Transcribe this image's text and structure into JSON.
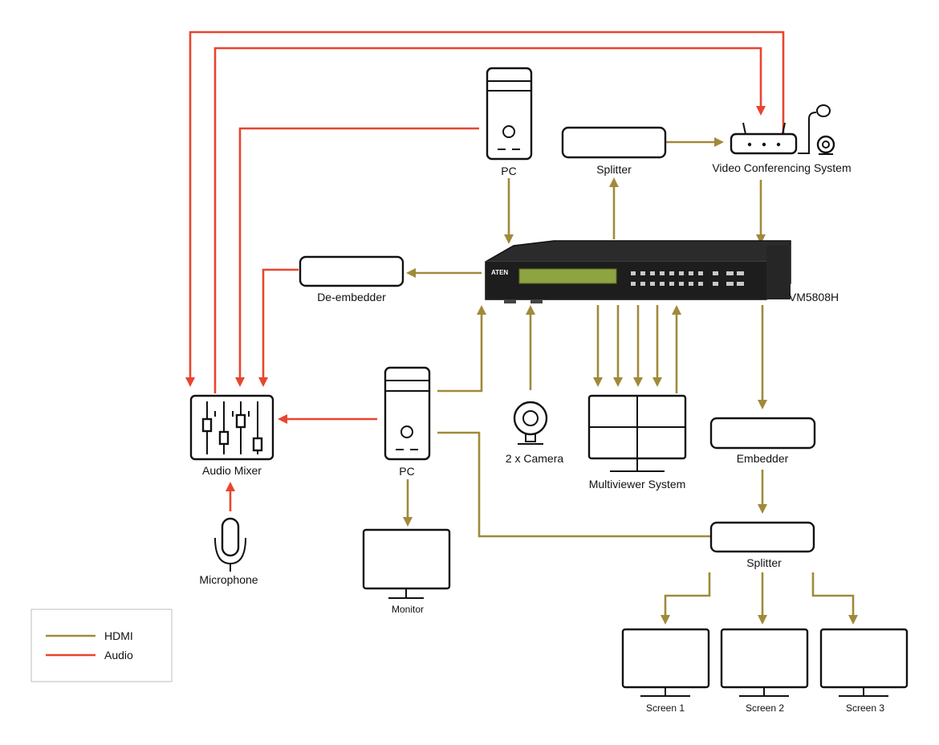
{
  "colors": {
    "hdmi": "#A08A3A",
    "audio": "#E8452E",
    "device": "#111111"
  },
  "devices": {
    "pc_top": "PC",
    "splitter_top": "Splitter",
    "vcs": "Video Conferencing System",
    "matrix": "VM5808H",
    "matrix_brand": "ATEN",
    "deembedder": "De-embedder",
    "audio_mixer": "Audio Mixer",
    "pc_mid": "PC",
    "camera": "2 x Camera",
    "multiviewer": "Multiviewer System",
    "embedder": "Embedder",
    "microphone": "Microphone",
    "monitor": "Monitor",
    "splitter_bottom": "Splitter",
    "screen1": "Screen 1",
    "screen2": "Screen 2",
    "screen3": "Screen 3"
  },
  "legend": {
    "hdmi": "HDMI",
    "audio": "Audio"
  }
}
